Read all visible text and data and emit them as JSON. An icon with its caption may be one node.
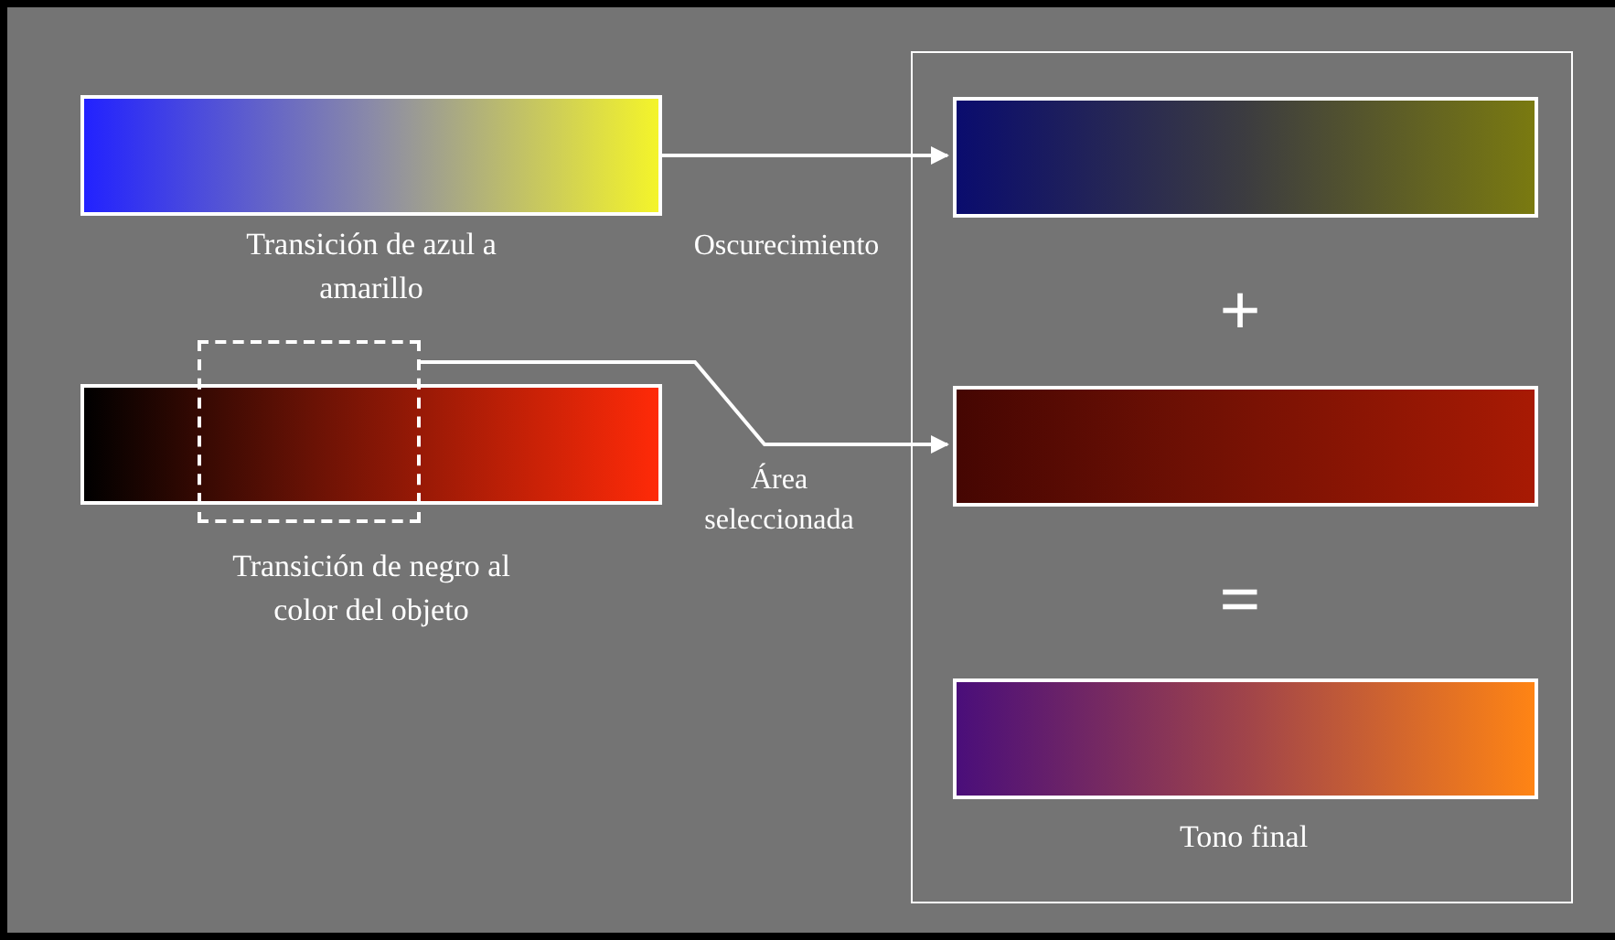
{
  "diagram": {
    "nodes": [
      {
        "text": [],
        "shape": "bar",
        "beside": [
          "Transición de azul a amarillo"
        ]
      },
      {
        "text": [],
        "shape": "bar",
        "beside": [
          "Transición de negro al color del objeto"
        ]
      },
      {
        "text": [],
        "shape": "box"
      },
      {
        "text": [],
        "shape": "box"
      },
      {
        "text": [],
        "shape": "bar",
        "in": 3
      },
      {
        "text": [],
        "shape": "bar",
        "in": 3
      },
      {
        "text": [],
        "shape": "bar",
        "in": 3,
        "beside": [
          "Tono final"
        ]
      }
    ],
    "edges": [
      {
        "from": 0,
        "to": 4,
        "arrow": "to",
        "label": "Oscurecimiento"
      },
      {
        "from": 2,
        "to": 5,
        "arrow": "to",
        "label": "Área seleccionada"
      }
    ],
    "labels": [
      "+",
      "="
    ]
  }
}
